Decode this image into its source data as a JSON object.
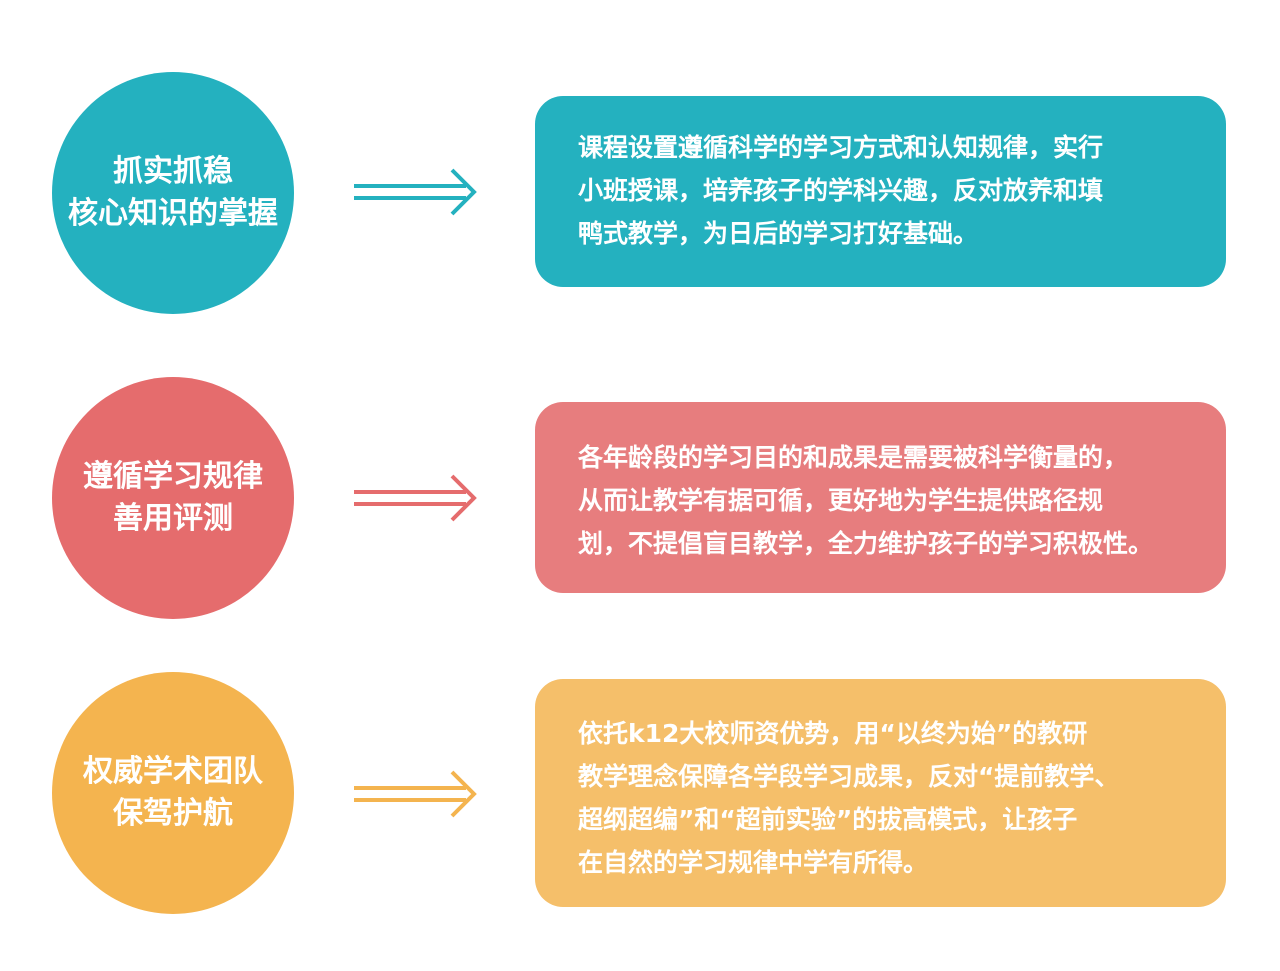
{
  "colors": {
    "teal": "#24b1bf",
    "red": "#e56c6d",
    "red_box": "#e77d7e",
    "yellow": "#f4b44f",
    "yellow_box": "#f5bf6a"
  },
  "items": [
    {
      "circle_lines": [
        "抓实抓稳",
        "核心知识的掌握"
      ],
      "text_lines": [
        "课程设置遵循科学的学习方式和认知规律，实行",
        "小班授课，培养孩子的学科兴趣，反对放养和填",
        "鸭式教学，为日后的学习打好基础。"
      ]
    },
    {
      "circle_lines": [
        "遵循学习规律",
        "善用评测"
      ],
      "text_lines": [
        "各年龄段的学习目的和成果是需要被科学衡量的，",
        "从而让教学有据可循，更好地为学生提供路径规",
        "划，不提倡盲目教学，全力维护孩子的学习积极性。"
      ]
    },
    {
      "circle_lines": [
        "权威学术团队",
        "保驾护航"
      ],
      "text_lines": [
        "依托k12大校师资优势，用“以终为始”的教研",
        "教学理念保障各学段学习成果，反对“提前教学、",
        "超纲超编”和“超前实验”的拔高模式，让孩子",
        "在自然的学习规律中学有所得。"
      ]
    }
  ]
}
